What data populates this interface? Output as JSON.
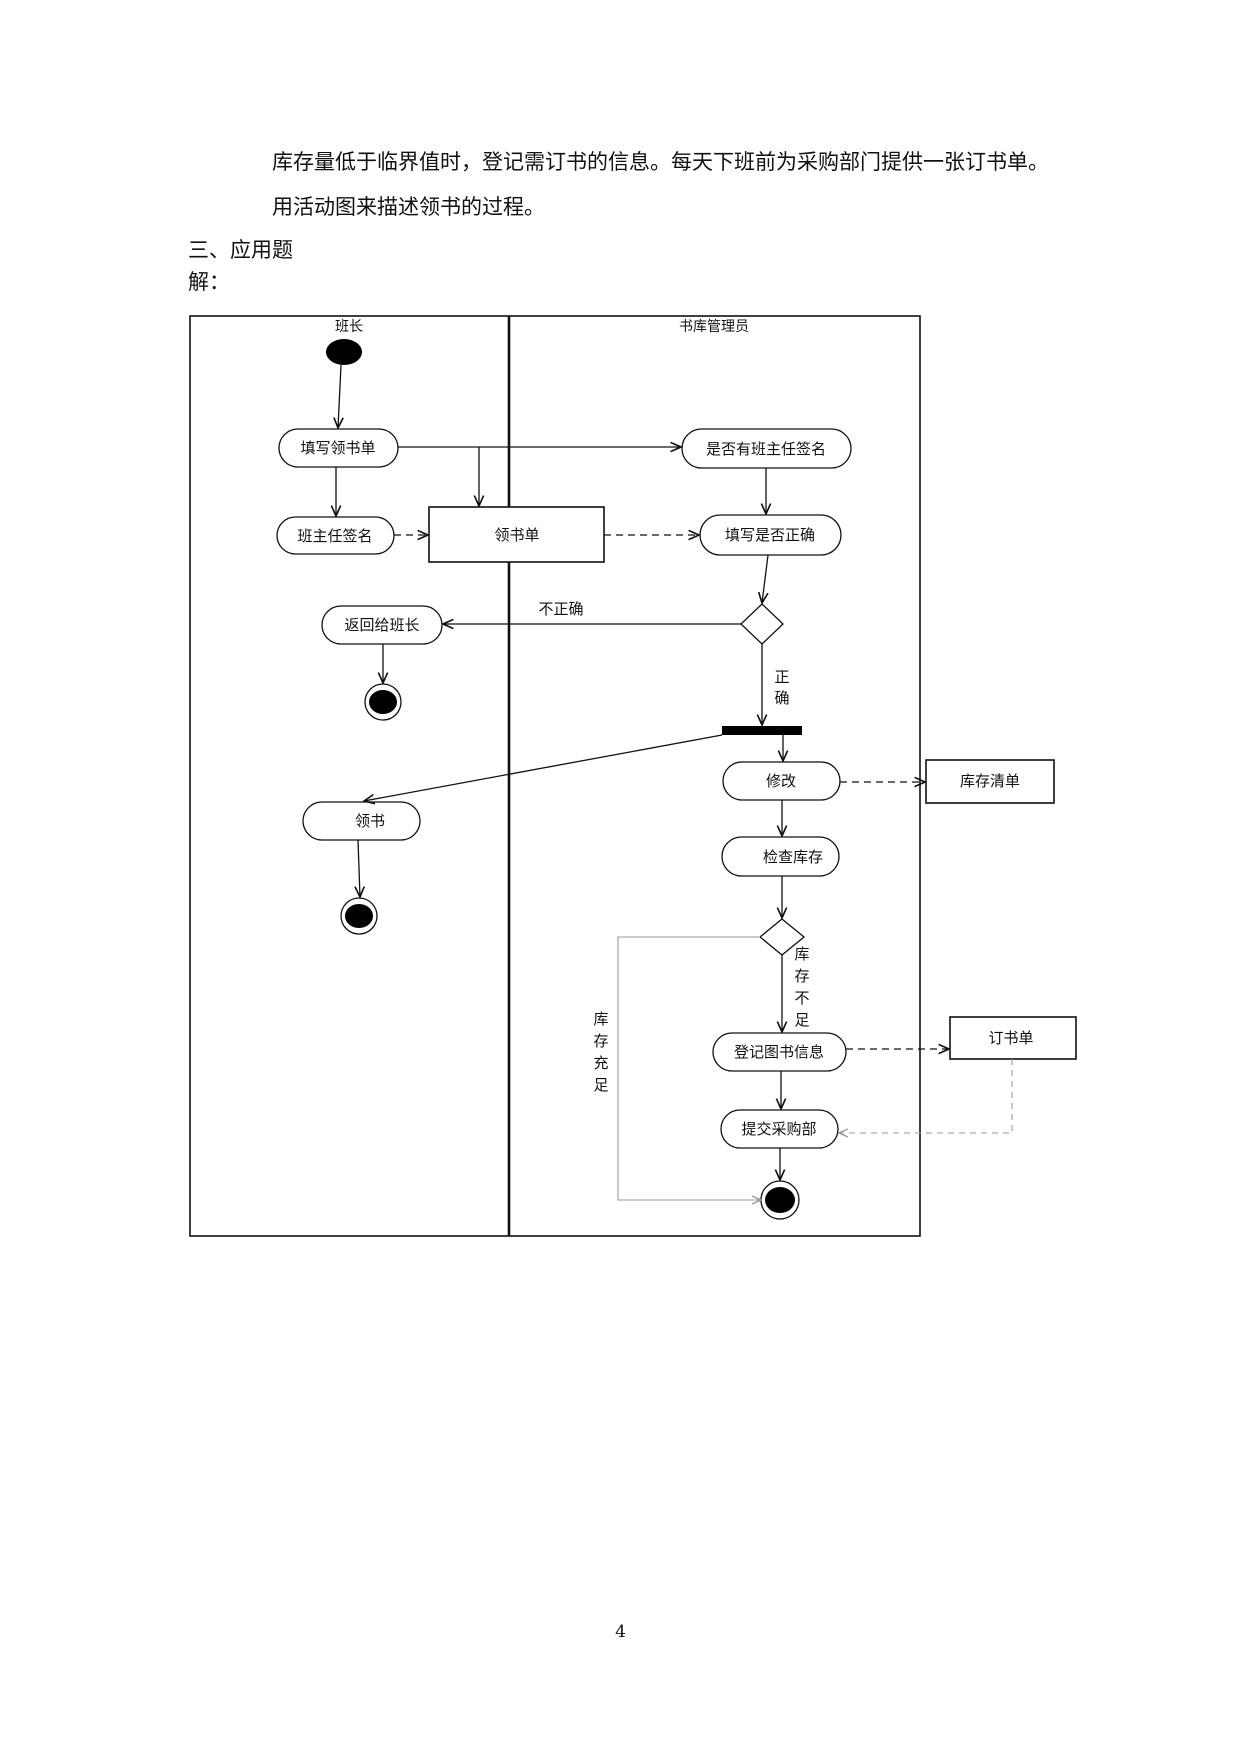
{
  "text": {
    "para1": "库存量低于临界值时，登记需订书的信息。每天下班前为采购部门提供一张订书单。",
    "para2": "用活动图来描述领书的过程。",
    "section": "三、应用题",
    "answer": "解："
  },
  "diagram": {
    "lanes": [
      "班长",
      "书库管理员"
    ],
    "activities": {
      "fill_form": "填写领书单",
      "teacher_sign": "班主任签名",
      "check_signature": "是否有班主任签名",
      "check_correct": "填写是否正确",
      "return": "返回给班长",
      "receive": "领书",
      "modify": "修改",
      "check_stock": "检查库存",
      "register": "登记图书信息",
      "submit": "提交采购部"
    },
    "objects": {
      "form": "领书单",
      "inventory": "库存清单",
      "order": "订书单"
    },
    "guards": {
      "incorrect": "不正确",
      "correct": [
        "正",
        "确"
      ],
      "insufficient": [
        "库",
        "存",
        "不",
        "足"
      ],
      "sufficient": [
        "库",
        "存",
        "充",
        "足"
      ]
    }
  },
  "page_number": "4"
}
